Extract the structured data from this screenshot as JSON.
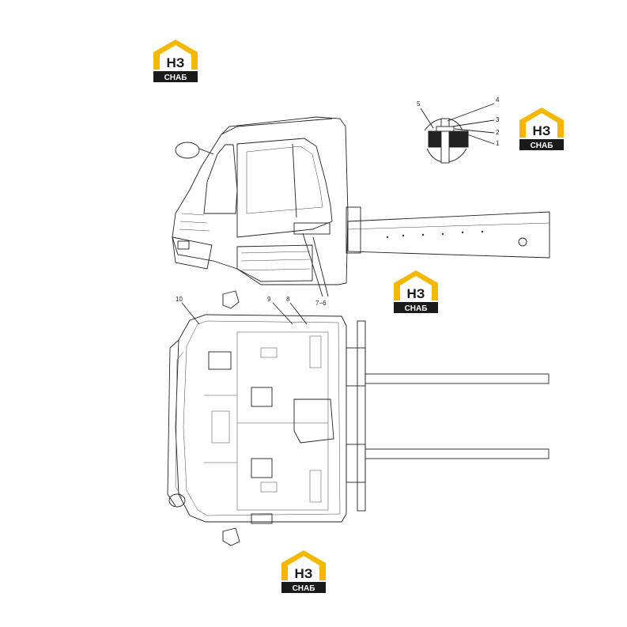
{
  "logo": {
    "letters": "НЗ",
    "word": "СНАБ",
    "brand_color": "#F5B700",
    "dark_color": "#1A1A1A"
  },
  "callouts": {
    "c1": "1",
    "c2": "2",
    "c3": "3",
    "c4": "4",
    "c5": "5",
    "c7_6": "7−6",
    "c8": "8",
    "c9": "9",
    "c10": "10"
  }
}
